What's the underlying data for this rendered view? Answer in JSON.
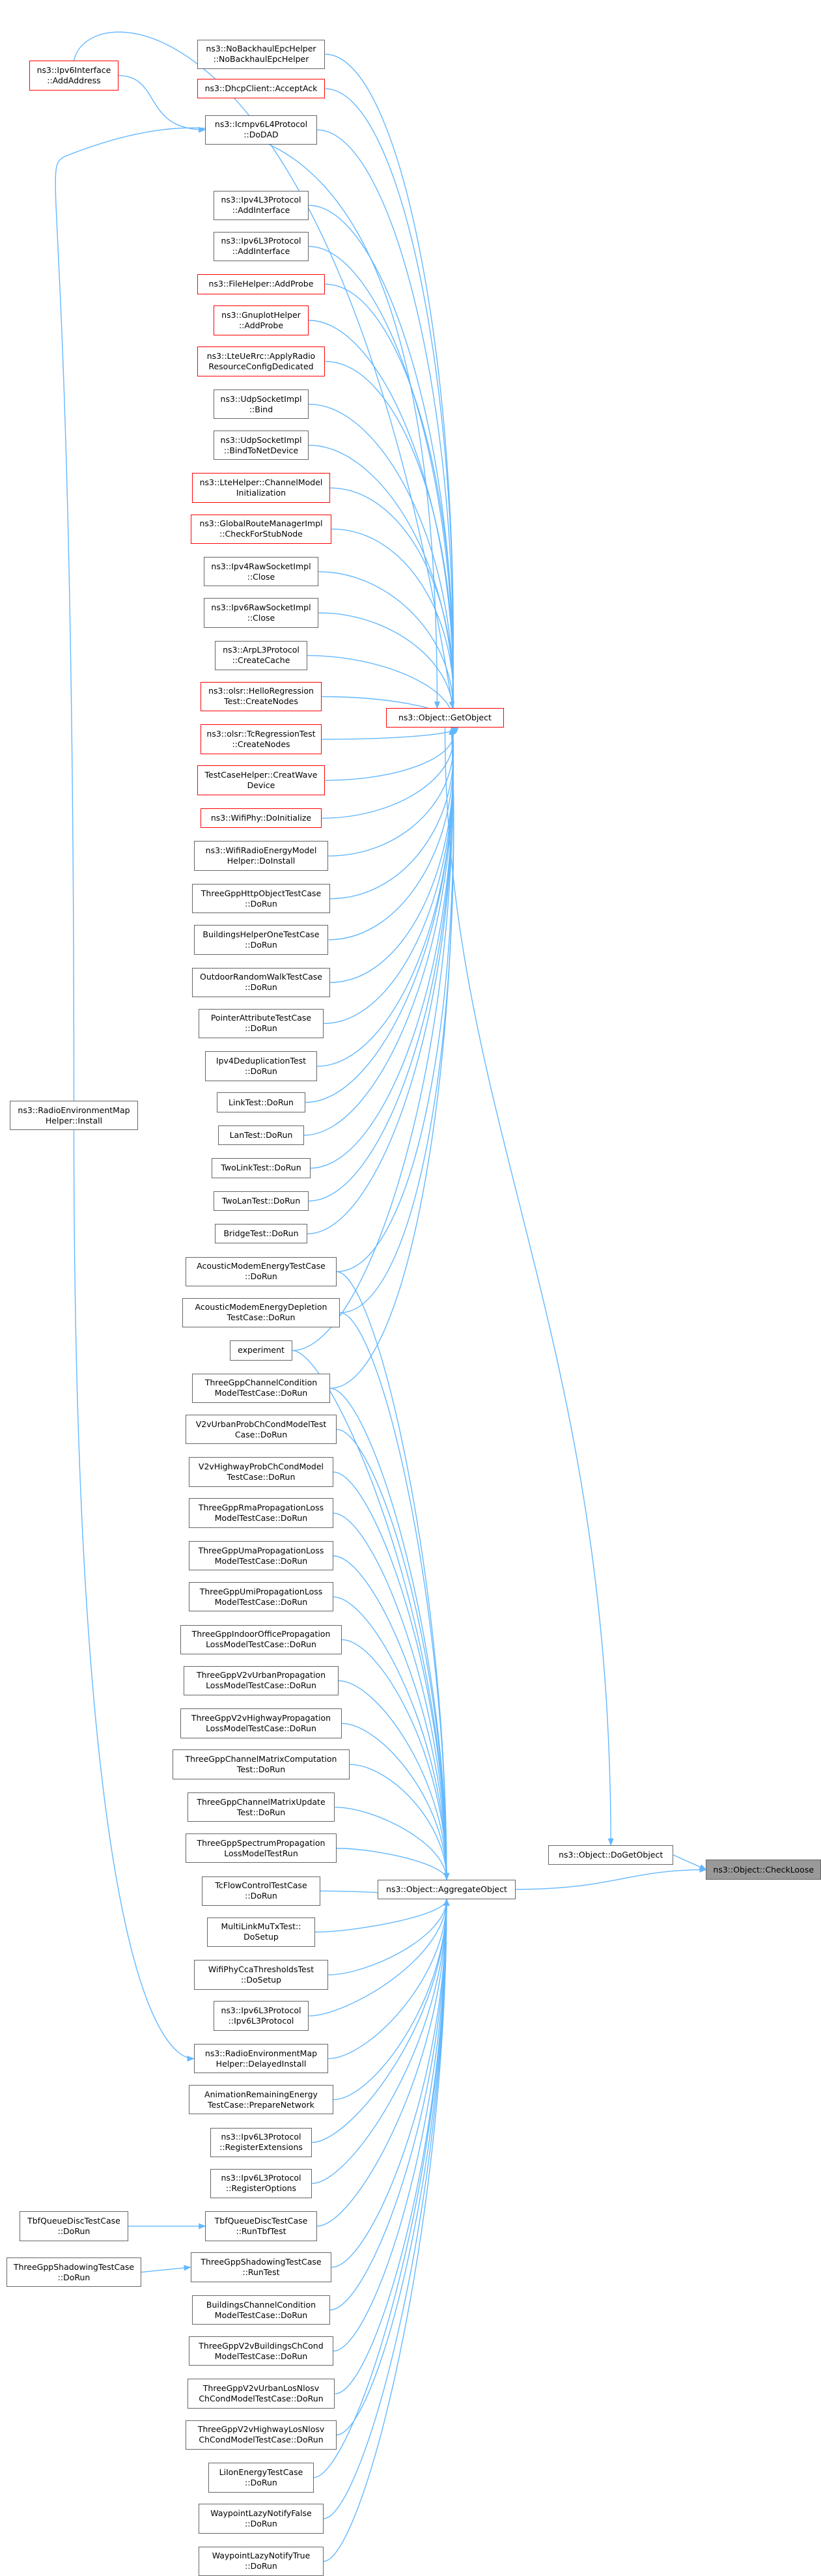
{
  "colors": {
    "edge": "#63b8ff",
    "border": "#666666",
    "border_undocumented": "#ff0000",
    "root_fill": "#999999"
  },
  "nodes": {
    "checkloose": {
      "lines": [
        "ns3::Object::CheckLoose"
      ],
      "style": "root"
    },
    "dogetobject": {
      "lines": [
        "ns3::Object::DoGetObject"
      ]
    },
    "getobject": {
      "lines": [
        "ns3::Object::GetObject"
      ],
      "style": "red"
    },
    "aggregateobject": {
      "lines": [
        "ns3::Object::AggregateObject"
      ]
    },
    "ipv6interface_addaddress": {
      "lines": [
        "ns3::Ipv6Interface",
        "::AddAddress"
      ],
      "style": "red"
    },
    "radioenv_install": {
      "lines": [
        "ns3::RadioEnvironmentMap",
        "Helper::Install"
      ]
    },
    "tbfqueue_dorun": {
      "lines": [
        "TbfQueueDiscTestCase",
        "::DoRun"
      ]
    },
    "threegppshadowing_dorun": {
      "lines": [
        "ThreeGppShadowingTestCase",
        "::DoRun"
      ]
    },
    "nobackhaul": {
      "lines": [
        "ns3::NoBackhaulEpcHelper",
        "::NoBackhaulEpcHelper"
      ]
    },
    "dhcp_accept": {
      "lines": [
        "ns3::DhcpClient::AcceptAck"
      ],
      "style": "red"
    },
    "icmpv6_dodad": {
      "lines": [
        "ns3::Icmpv6L4Protocol",
        "::DoDAD"
      ]
    },
    "ipv4l3_addinterface": {
      "lines": [
        "ns3::Ipv4L3Protocol",
        "::AddInterface"
      ]
    },
    "ipv6l3_addinterface": {
      "lines": [
        "ns3::Ipv6L3Protocol",
        "::AddInterface"
      ]
    },
    "filehelper_addprobe": {
      "lines": [
        "ns3::FileHelper::AddProbe"
      ],
      "style": "red"
    },
    "gnuplot_addprobe": {
      "lines": [
        "ns3::GnuplotHelper",
        "::AddProbe"
      ],
      "style": "red"
    },
    "lteuerrc_apply": {
      "lines": [
        "ns3::LteUeRrc::ApplyRadio",
        "ResourceConfigDedicated"
      ],
      "style": "red"
    },
    "udpsocket_bind": {
      "lines": [
        "ns3::UdpSocketImpl",
        "::Bind"
      ]
    },
    "udpsocket_bindtonet": {
      "lines": [
        "ns3::UdpSocketImpl",
        "::BindToNetDevice"
      ]
    },
    "ltehelper_channel": {
      "lines": [
        "ns3::LteHelper::ChannelModel",
        "Initialization"
      ],
      "style": "red"
    },
    "globalroute_checkstub": {
      "lines": [
        "ns3::GlobalRouteManagerImpl",
        "::CheckForStubNode"
      ],
      "style": "red"
    },
    "ipv4raw_close": {
      "lines": [
        "ns3::Ipv4RawSocketImpl",
        "::Close"
      ]
    },
    "ipv6raw_close": {
      "lines": [
        "ns3::Ipv6RawSocketImpl",
        "::Close"
      ]
    },
    "arpl3_createcache": {
      "lines": [
        "ns3::ArpL3Protocol",
        "::CreateCache"
      ]
    },
    "olsr_hello_create": {
      "lines": [
        "ns3::olsr::HelloRegression",
        "Test::CreateNodes"
      ],
      "style": "red"
    },
    "olsr_tc_create": {
      "lines": [
        "ns3::olsr::TcRegressionTest",
        "::CreateNodes"
      ],
      "style": "red"
    },
    "testcasehelper_wave": {
      "lines": [
        "TestCaseHelper::CreatWave",
        "Device"
      ],
      "style": "red"
    },
    "wifiphy_doinit": {
      "lines": [
        "ns3::WifiPhy::DoInitialize"
      ],
      "style": "red"
    },
    "wifiradio_doinstall": {
      "lines": [
        "ns3::WifiRadioEnergyModel",
        "Helper::DoInstall"
      ]
    },
    "threegpphttp_dorun": {
      "lines": [
        "ThreeGppHttpObjectTestCase",
        "::DoRun"
      ]
    },
    "buildingsone_dorun": {
      "lines": [
        "BuildingsHelperOneTestCase",
        "::DoRun"
      ]
    },
    "outdoorrandom_dorun": {
      "lines": [
        "OutdoorRandomWalkTestCase",
        "::DoRun"
      ]
    },
    "pointerattr_dorun": {
      "lines": [
        "PointerAttributeTestCase",
        "::DoRun"
      ]
    },
    "ipv4dedup_dorun": {
      "lines": [
        "Ipv4DeduplicationTest",
        "::DoRun"
      ]
    },
    "linktest_dorun": {
      "lines": [
        "LinkTest::DoRun"
      ]
    },
    "lantest_dorun": {
      "lines": [
        "LanTest::DoRun"
      ]
    },
    "twolinktest_dorun": {
      "lines": [
        "TwoLinkTest::DoRun"
      ]
    },
    "twolantest_dorun": {
      "lines": [
        "TwoLanTest::DoRun"
      ]
    },
    "bridgetest_dorun": {
      "lines": [
        "BridgeTest::DoRun"
      ]
    },
    "acousticenergy_dorun": {
      "lines": [
        "AcousticModemEnergyTestCase",
        "::DoRun"
      ]
    },
    "acousticdepletion_dorun": {
      "lines": [
        "AcousticModemEnergyDepletion",
        "TestCase::DoRun"
      ]
    },
    "experiment": {
      "lines": [
        "experiment"
      ]
    },
    "threegppchcond_dorun": {
      "lines": [
        "ThreeGppChannelCondition",
        "ModelTestCase::DoRun"
      ]
    },
    "v2vurbanprob_dorun": {
      "lines": [
        "V2vUrbanProbChCondModelTest",
        "Case::DoRun"
      ]
    },
    "v2vhighwayprob_dorun": {
      "lines": [
        "V2vHighwayProbChCondModel",
        "TestCase::DoRun"
      ]
    },
    "threegpprma_dorun": {
      "lines": [
        "ThreeGppRmaPropagationLoss",
        "ModelTestCase::DoRun"
      ]
    },
    "threegppuma_dorun": {
      "lines": [
        "ThreeGppUmaPropagationLoss",
        "ModelTestCase::DoRun"
      ]
    },
    "threegppumi_dorun": {
      "lines": [
        "ThreeGppUmiPropagationLoss",
        "ModelTestCase::DoRun"
      ]
    },
    "threegppindoor_dorun": {
      "lines": [
        "ThreeGppIndoorOfficePropagation",
        "LossModelTestCase::DoRun"
      ]
    },
    "threegppv2vurban_dorun": {
      "lines": [
        "ThreeGppV2vUrbanPropagation",
        "LossModelTestCase::DoRun"
      ]
    },
    "threegppv2vhighway_dorun": {
      "lines": [
        "ThreeGppV2vHighwayPropagation",
        "LossModelTestCase::DoRun"
      ]
    },
    "threegppchmatrix_dorun": {
      "lines": [
        "ThreeGppChannelMatrixComputation",
        "Test::DoRun"
      ]
    },
    "threegppchmatrixupd_dorun": {
      "lines": [
        "ThreeGppChannelMatrixUpdate",
        "Test::DoRun"
      ]
    },
    "threegppspectrum_dorun": {
      "lines": [
        "ThreeGppSpectrumPropagation",
        "LossModelTestRun"
      ]
    },
    "tcflowcontrol_dorun": {
      "lines": [
        "TcFlowControlTestCase",
        "::DoRun"
      ]
    },
    "multilinkmutx_dosetup": {
      "lines": [
        "MultiLinkMuTxTest::",
        "DoSetup"
      ]
    },
    "wifiphycca_dosetup": {
      "lines": [
        "WifiPhyCcaThresholdsTest",
        "::DoSetup"
      ]
    },
    "ipv6l3_ctor": {
      "lines": [
        "ns3::Ipv6L3Protocol",
        "::Ipv6L3Protocol"
      ]
    },
    "radioenv_delayed": {
      "lines": [
        "ns3::RadioEnvironmentMap",
        "Helper::DelayedInstall"
      ]
    },
    "animenergy_prepare": {
      "lines": [
        "AnimationRemainingEnergy",
        "TestCase::PrepareNetwork"
      ]
    },
    "ipv6l3_regext": {
      "lines": [
        "ns3::Ipv6L3Protocol",
        "::RegisterExtensions"
      ]
    },
    "ipv6l3_regopt": {
      "lines": [
        "ns3::Ipv6L3Protocol",
        "::RegisterOptions"
      ]
    },
    "tbfqueue_runtbf": {
      "lines": [
        "TbfQueueDiscTestCase",
        "::RunTbfTest"
      ]
    },
    "threegppshadow_runtest": {
      "lines": [
        "ThreeGppShadowingTestCase",
        "::RunTest"
      ]
    },
    "buildingschcond_dorun": {
      "lines": [
        "BuildingsChannelCondition",
        "ModelTestCase::DoRun"
      ]
    },
    "threegppv2vbuild_dorun": {
      "lines": [
        "ThreeGppV2vBuildingsChCond",
        "ModelTestCase::DoRun"
      ]
    },
    "threegppv2vurbannlos_dorun": {
      "lines": [
        "ThreeGppV2vUrbanLosNlosv",
        "ChCondModelTestCase::DoRun"
      ]
    },
    "threegppv2vhwynlos_dorun": {
      "lines": [
        "ThreeGppV2vHighwayLosNlosv",
        "ChCondModelTestCase::DoRun"
      ]
    },
    "lionenergy_dorun": {
      "lines": [
        "LiIonEnergyTestCase",
        "::DoRun"
      ]
    },
    "waypointfalse_dorun": {
      "lines": [
        "WaypointLazyNotifyFalse",
        "::DoRun"
      ]
    },
    "waypointtrue_dorun": {
      "lines": [
        "WaypointLazyNotifyTrue",
        "::DoRun"
      ]
    }
  }
}
